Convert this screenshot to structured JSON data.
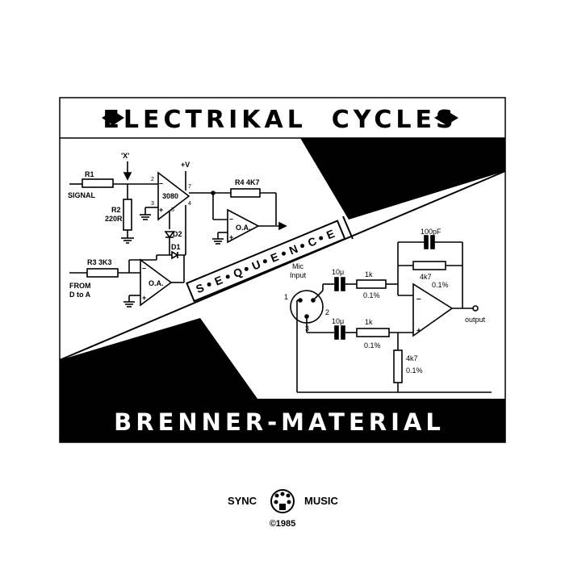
{
  "cover": {
    "title": "ELECTRIKAL  CYCLES",
    "artist": "BRENNER-MATERIAL",
    "sequence_letters": [
      "S",
      "E",
      "Q",
      "U",
      "E",
      "N",
      "C",
      "E"
    ],
    "colors": {
      "ink": "#000000",
      "paper": "#ffffff"
    }
  },
  "schematic_left": {
    "r1": "R1",
    "signal": "SIGNAL",
    "x_mark": "'X'",
    "r2": "R2",
    "r2_value": "220R",
    "pin2": "2",
    "pin3": "3",
    "pin5": "5",
    "pin4": "4",
    "pin7": "7",
    "vplus": "+V",
    "chip": "3080",
    "r4": "R4 4K7",
    "oa_top": "O.A.",
    "d2": "D2",
    "d1": "D1",
    "r3": "R3 3K3",
    "from": "FROM",
    "d_to_a": "D to A",
    "oa_bottom": "O.A."
  },
  "schematic_right": {
    "cap_100pf": "100pF",
    "mic": "Mic",
    "input": "Input",
    "cap1": "10μ",
    "res1": "1k",
    "res1_tol": "0.1%",
    "fb_res": "4k7",
    "fb_tol": "0.1%",
    "pin1": "1",
    "pin2": "2",
    "pin3": "3",
    "cap2": "10μ",
    "res2": "1k",
    "res2_tol": "0.1%",
    "gnd_res": "4k7",
    "gnd_tol": "0.1%",
    "output": "output"
  },
  "label": {
    "sync": "SYNC",
    "music": "MUSIC",
    "copyright": "©1985",
    "logo_icon": "sync-music-logo-icon"
  }
}
